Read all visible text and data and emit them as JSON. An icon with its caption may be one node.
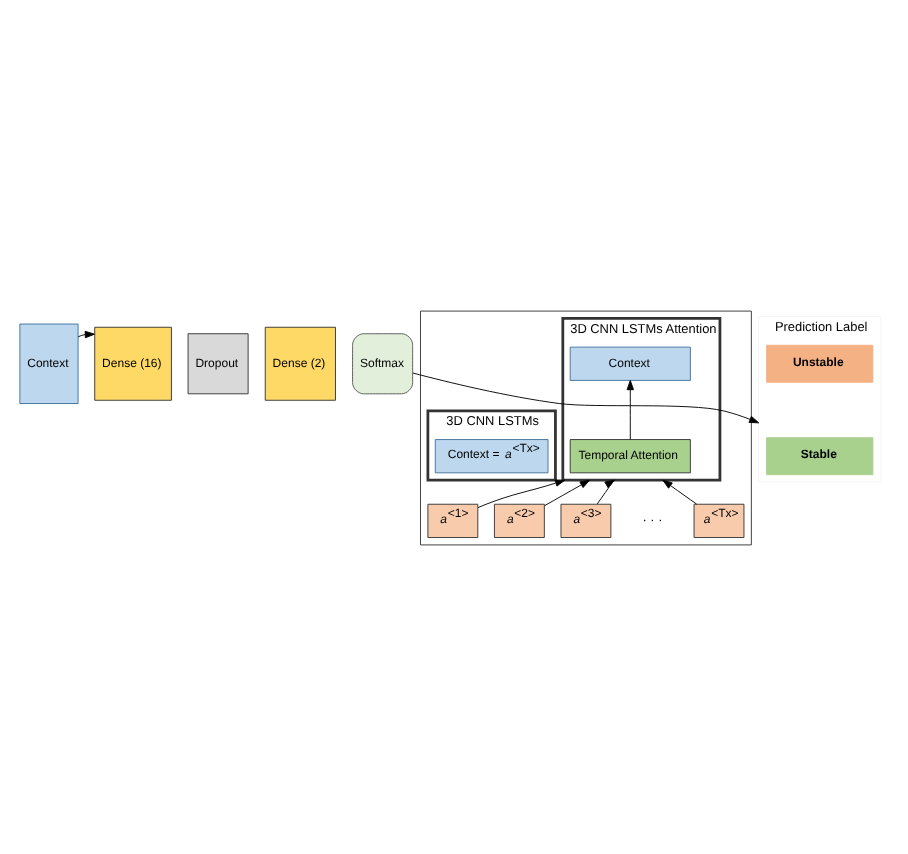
{
  "diagram": {
    "nodes": [
      {
        "text": [
          "Context"
        ]
      },
      {
        "text": [
          "Dense (16)"
        ]
      },
      {
        "text": [
          "Dropout"
        ]
      },
      {
        "text": [
          "Dense (2)"
        ]
      },
      {
        "text": [
          "Softmax"
        ]
      },
      {
        "text": [
          "Prediction Label"
        ]
      },
      {
        "text": [
          "Unstable"
        ],
        "in": 5
      },
      {
        "text": [
          "Stable"
        ],
        "in": 5
      },
      {
        "text": [],
        "shape": "box"
      },
      {
        "text": [
          "3D CNN LSTMs"
        ],
        "in": 8
      },
      {
        "text": [
          "Context = *a*$^{<Tx>}$"
        ],
        "in": 9
      },
      {
        "text": [
          "3D CNN LSTMs Attention"
        ],
        "in": 8
      },
      {
        "text": [
          "Context"
        ],
        "in": 11
      },
      {
        "text": [
          "Temporal Attention"
        ],
        "in": 11
      },
      {
        "text": [
          "*a*$^{<1>}$"
        ],
        "in": 8
      },
      {
        "text": [
          "*a*$^{<2>}$"
        ],
        "in": 8
      },
      {
        "text": [
          "*a*$^{<3>}$"
        ],
        "in": 8
      },
      {
        "text": [
          "*a*$^{<Tx>}$"
        ],
        "in": 8
      }
    ],
    "edges": [
      {
        "from": 0,
        "to": 1,
        "arrow": "to"
      },
      {
        "from": 4,
        "to": 5,
        "arrow": "to"
      },
      {
        "from": 13,
        "to": 12,
        "arrow": "to"
      },
      {
        "from": 14,
        "to": 11,
        "arrow": "to"
      },
      {
        "from": 15,
        "to": 11,
        "arrow": "to"
      },
      {
        "from": 16,
        "to": 11,
        "arrow": "to"
      },
      {
        "from": 17,
        "to": 11,
        "arrow": "to"
      }
    ],
    "labels": [
      "· · ·"
    ]
  }
}
